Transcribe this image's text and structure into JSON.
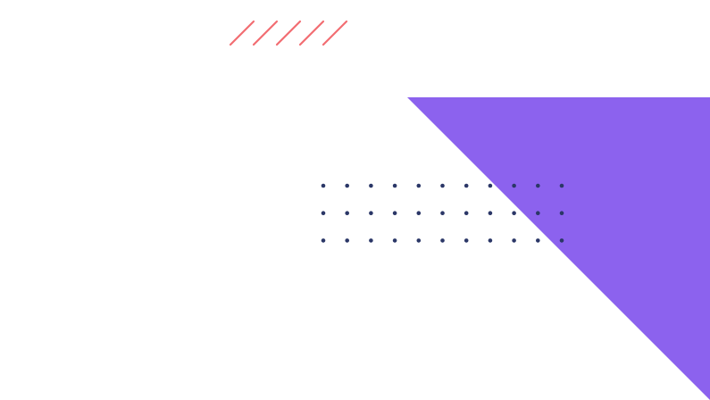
{
  "canvas": {
    "background": "#ffffff"
  },
  "decorations": {
    "stripes": {
      "icon": "diagonal-stripes",
      "color": "#f26d72",
      "count": 5
    },
    "triangle": {
      "icon": "right-triangle",
      "color": "#8c62ee"
    },
    "dot_grid": {
      "icon": "dot-grid",
      "color": "#2b3767",
      "rows": 3,
      "columns": 11
    }
  }
}
